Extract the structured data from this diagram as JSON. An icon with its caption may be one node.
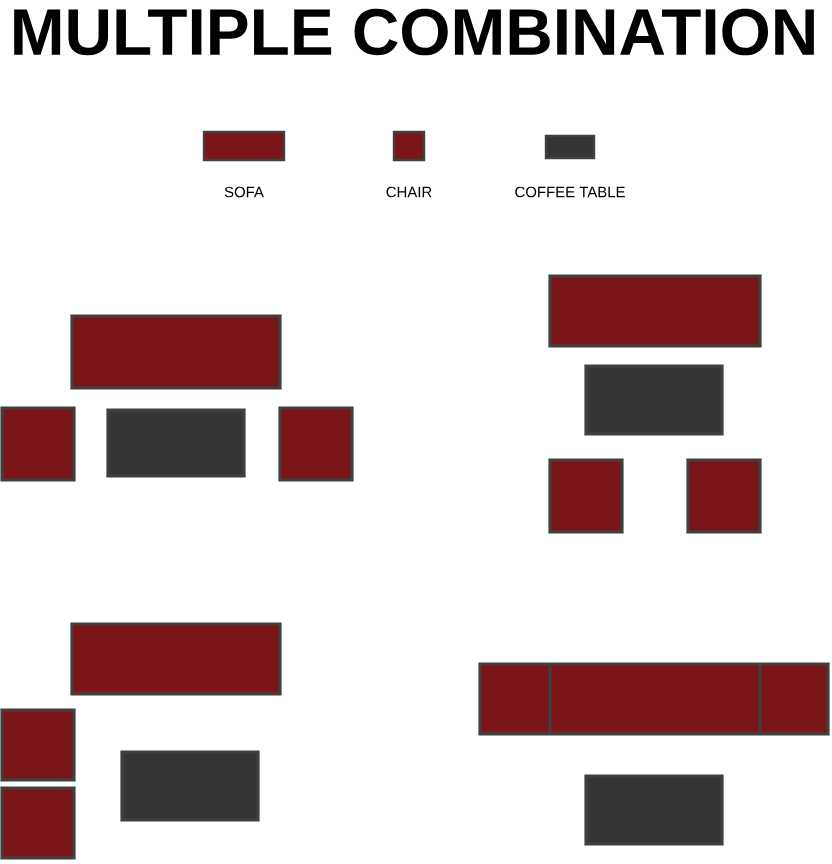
{
  "diagram": {
    "title": "MULTIPLE COMBINATION",
    "legend": [
      {
        "text": "SOFA",
        "color": "#7a1619"
      },
      {
        "text": "CHAIR",
        "color": "#7a1619"
      },
      {
        "text": "COFFEE TABLE",
        "color": "#353535"
      }
    ]
  }
}
